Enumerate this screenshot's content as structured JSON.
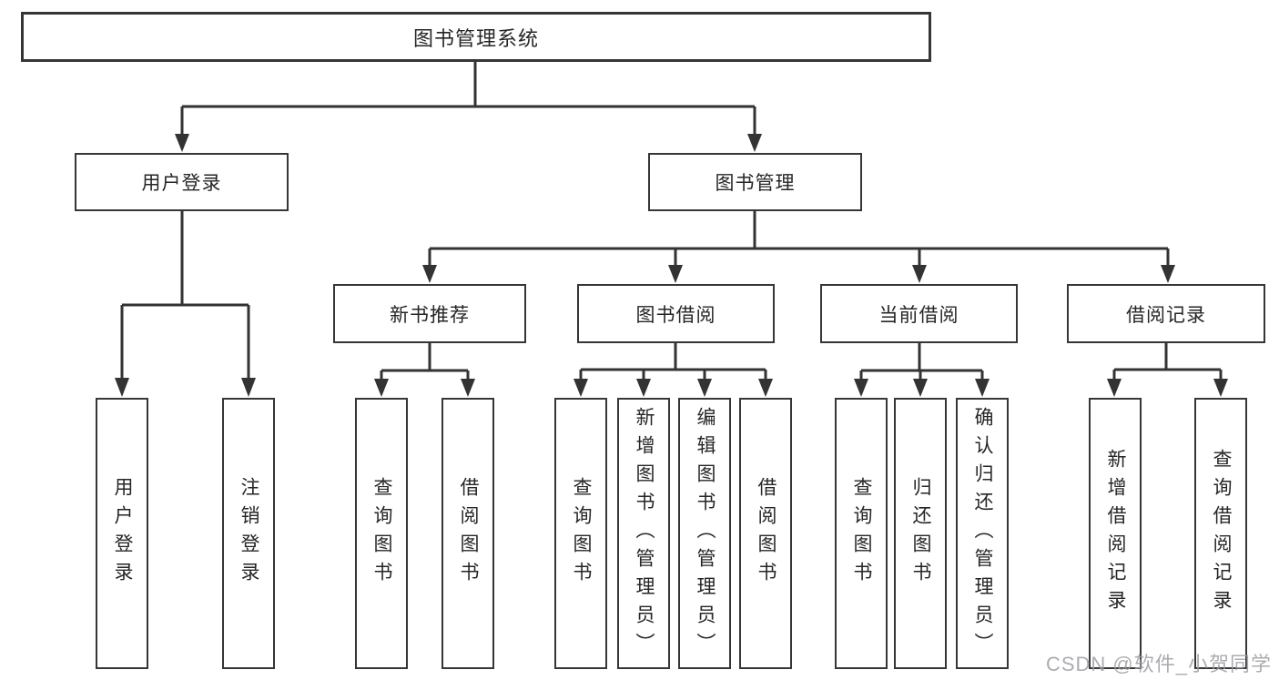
{
  "diagram": {
    "root": "图书管理系统",
    "groups": {
      "user": {
        "parent": "用户登录",
        "leaves": [
          "用户登录",
          "注销登录"
        ]
      },
      "mgmt": {
        "parent": "图书管理",
        "sections": {
          "recommend": {
            "parent": "新书推荐",
            "leaves": [
              "查询图书",
              "借阅图书"
            ]
          },
          "borrow": {
            "parent": "图书借阅",
            "leaves": [
              "查询图书",
              "新增图书（管理员）",
              "编辑图书（管理员）",
              "借阅图书"
            ]
          },
          "current": {
            "parent": "当前借阅",
            "leaves": [
              "查询图书",
              "归还图书",
              "确认归还（管理员）"
            ]
          },
          "records": {
            "parent": "借阅记录",
            "leaves": [
              "新增借阅记录",
              "查询借阅记录"
            ]
          }
        }
      }
    }
  },
  "watermark": {
    "text": "CSDN @软件_小贺同学"
  },
  "colors": {
    "line": "#333333",
    "node_border": "#363636",
    "node_text": "#262626",
    "watermark": "#9e9ea4",
    "background": "#ffffff"
  }
}
